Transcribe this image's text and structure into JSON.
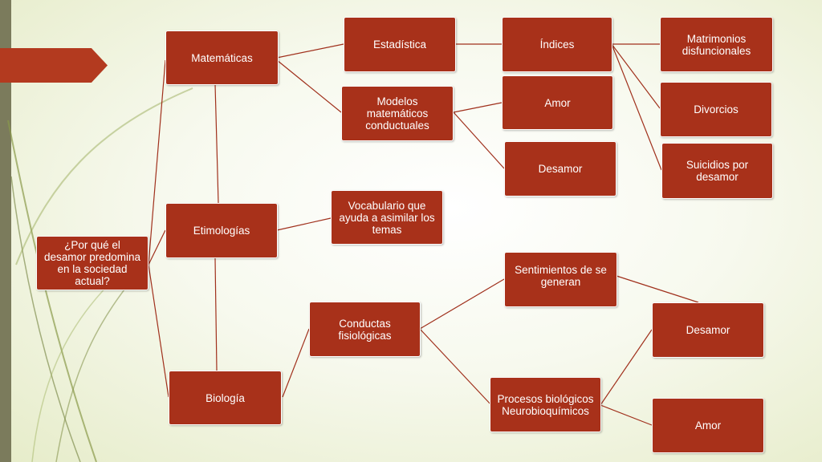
{
  "colors": {
    "node_fill": "#a8311a",
    "node_text": "#ffffff",
    "connector": "#a0301c",
    "accent_arrow": "#b33a1f",
    "left_bar": "#7b7b5c",
    "background": "#f4f7e6"
  },
  "nodes": {
    "root": "¿Por qué el desamor predomina en la sociedad actual?",
    "matematicas": "Matemáticas",
    "etimologias": "Etimologías",
    "biologia": "Biología",
    "estadistica": "Estadística",
    "modelos": "Modelos matemáticos conductuales",
    "indices": "Índices",
    "amor_1": "Amor",
    "desamor_1": "Desamor",
    "matrimonios": "Matrimonios disfuncionales",
    "divorcios": "Divorcios",
    "suicidios": "Suicidios por desamor",
    "vocabulario": "Vocabulario que ayuda a asimilar los temas",
    "conductas": "Conductas fisiológicas",
    "sentimientos": "Sentimientos de se generan",
    "procesos": "Procesos biológicos Neurobioquímicos",
    "desamor_2": "Desamor",
    "amor_2": "Amor"
  }
}
